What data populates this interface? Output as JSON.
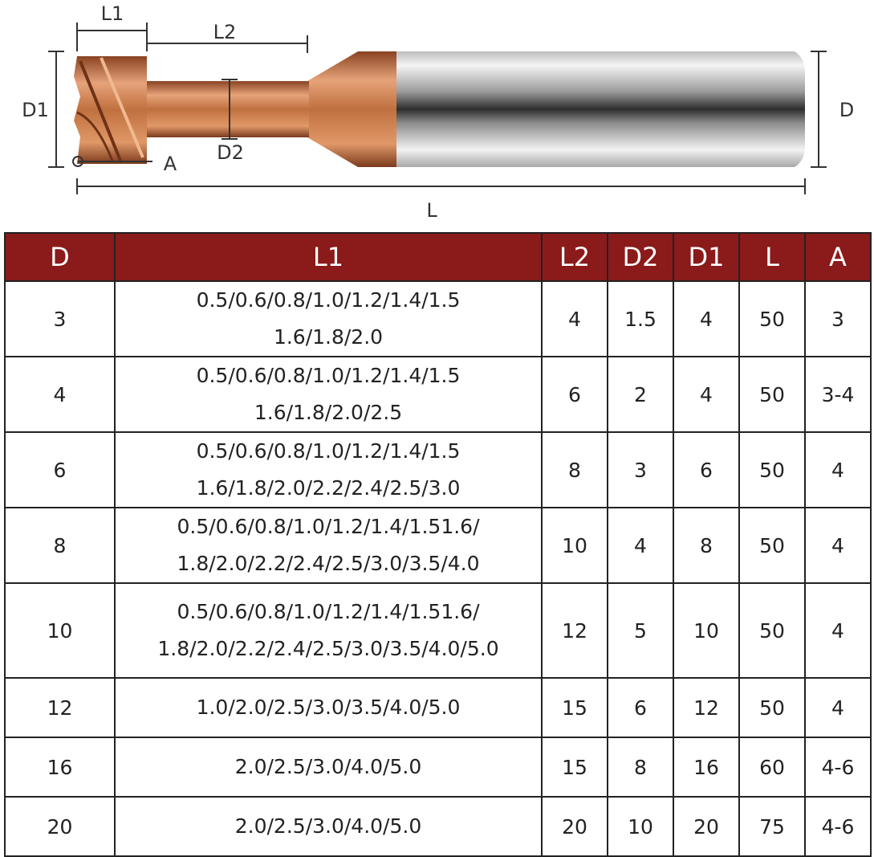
{
  "diagram": {
    "labels": {
      "l1": "L1",
      "l2": "L2",
      "d1": "D1",
      "d2": "D2",
      "d": "D",
      "a": "A",
      "l": "L"
    },
    "colors": {
      "copper_light": "#e6a37a",
      "copper_mid": "#c0703f",
      "copper_dark": "#8a4322",
      "shank_light": "#f2f2f2",
      "shank_dark": "#3a3a3a",
      "dimension_line": "#333333"
    }
  },
  "table": {
    "headers": [
      "D",
      "L1",
      "L2",
      "D2",
      "D1",
      "L",
      "A"
    ],
    "header_color": "#8b1a1a",
    "rows": [
      {
        "d": "3",
        "l1": [
          "0.5/0.6/0.8/1.0/1.2/1.4/1.5",
          "1.6/1.8/2.0"
        ],
        "l2": "4",
        "d2": "1.5",
        "d1": "4",
        "l": "50",
        "a": "3"
      },
      {
        "d": "4",
        "l1": [
          "0.5/0.6/0.8/1.0/1.2/1.4/1.5",
          "1.6/1.8/2.0/2.5"
        ],
        "l2": "6",
        "d2": "2",
        "d1": "4",
        "l": "50",
        "a": "3-4"
      },
      {
        "d": "6",
        "l1": [
          "0.5/0.6/0.8/1.0/1.2/1.4/1.5",
          "1.6/1.8/2.0/2.2/2.4/2.5/3.0"
        ],
        "l2": "8",
        "d2": "3",
        "d1": "6",
        "l": "50",
        "a": "4"
      },
      {
        "d": "8",
        "l1": [
          "0.5/0.6/0.8/1.0/1.2/1.4/1.51.6/",
          "1.8/2.0/2.2/2.4/2.5/3.0/3.5/4.0"
        ],
        "l2": "10",
        "d2": "4",
        "d1": "8",
        "l": "50",
        "a": "4"
      },
      {
        "d": "10",
        "l1": [
          "0.5/0.6/0.8/1.0/1.2/1.4/1.51.6/",
          "1.8/2.0/2.2/2.4/2.5/3.0/3.5/4.0/5.0"
        ],
        "l2": "12",
        "d2": "5",
        "d1": "10",
        "l": "50",
        "a": "4"
      },
      {
        "d": "12",
        "l1": [
          "1.0/2.0/2.5/3.0/3.5/4.0/5.0"
        ],
        "l2": "15",
        "d2": "6",
        "d1": "12",
        "l": "50",
        "a": "4"
      },
      {
        "d": "16",
        "l1": [
          "2.0/2.5/3.0/4.0/5.0"
        ],
        "l2": "15",
        "d2": "8",
        "d1": "16",
        "l": "60",
        "a": "4-6"
      },
      {
        "d": "20",
        "l1": [
          "2.0/2.5/3.0/4.0/5.0"
        ],
        "l2": "20",
        "d2": "10",
        "d1": "20",
        "l": "75",
        "a": "4-6"
      }
    ]
  }
}
